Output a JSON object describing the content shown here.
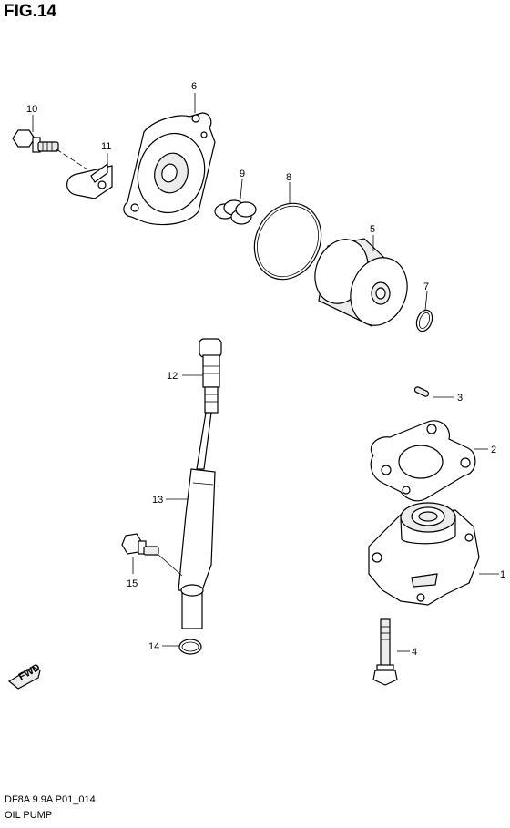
{
  "figure": {
    "title": "FIG.14",
    "code": "DF8A 9.9A P01_014",
    "name": "OIL PUMP",
    "direction_marker": "FWD"
  },
  "callouts": [
    "1",
    "2",
    "3",
    "4",
    "5",
    "6",
    "7",
    "8",
    "9",
    "10",
    "11",
    "12",
    "13",
    "14",
    "15"
  ]
}
